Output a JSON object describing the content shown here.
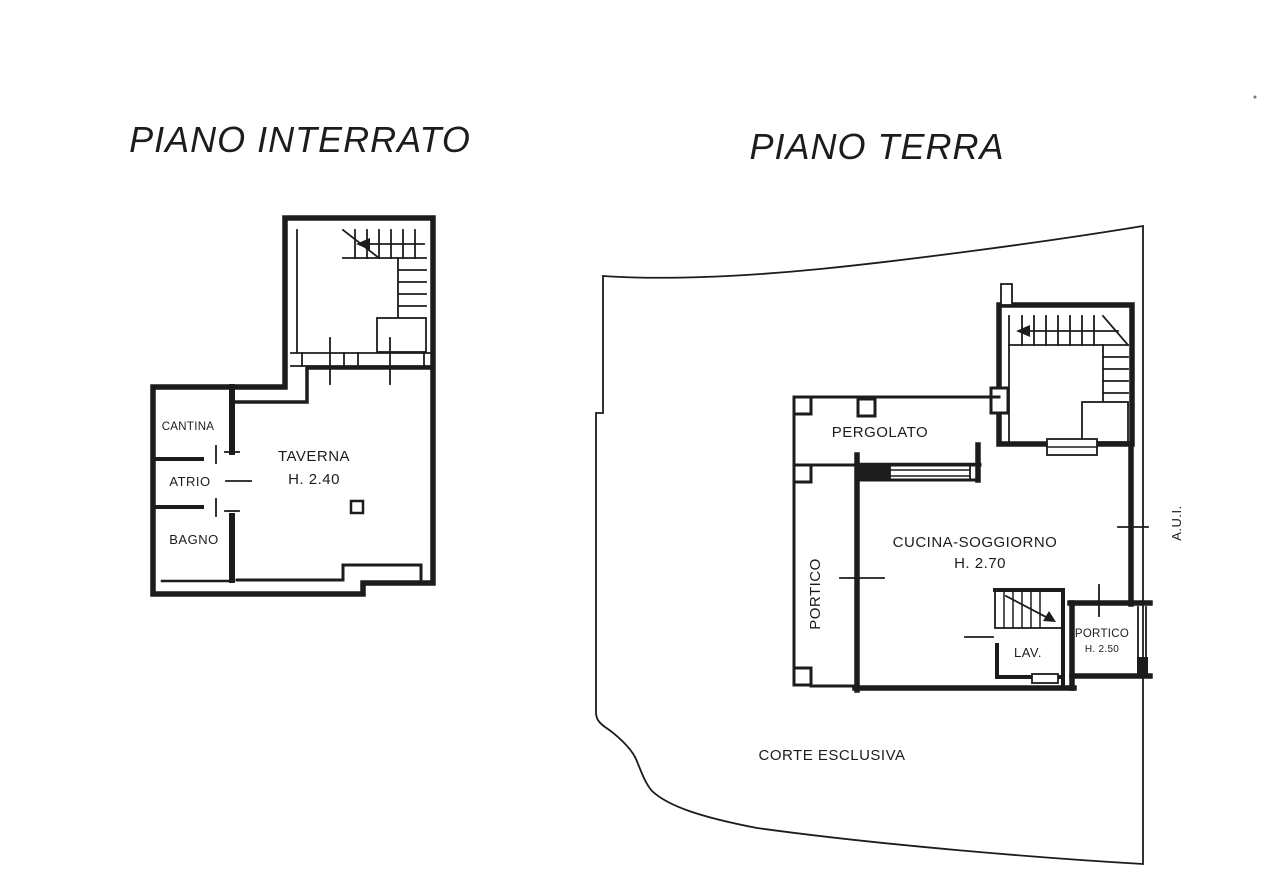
{
  "document": {
    "kind": "scanned cadastral floor plan",
    "paper_color": "#ffffff",
    "ink_color": "#1c1c1c"
  },
  "left_plan": {
    "title": "PIANO INTERRATO",
    "labels": {
      "cantina": "CANTINA",
      "atrio": "ATRIO",
      "bagno": "BAGNO",
      "taverna": "TAVERNA",
      "taverna_height": "H. 2.40"
    }
  },
  "right_plan": {
    "title": "PIANO TERRA",
    "labels": {
      "pergolato": "PERGOLATO",
      "portico_west": "PORTICO",
      "cucina_soggiorno": "CUCINA-SOGGIORNO",
      "cucina_height": "H. 2.70",
      "lavanderia": "LAV.",
      "portico_east": "PORTICO",
      "portico_east_height": "H. 2.50",
      "area_uso_comune": "A.U.I.",
      "corte_esclusiva": "CORTE ESCLUSIVA"
    }
  }
}
